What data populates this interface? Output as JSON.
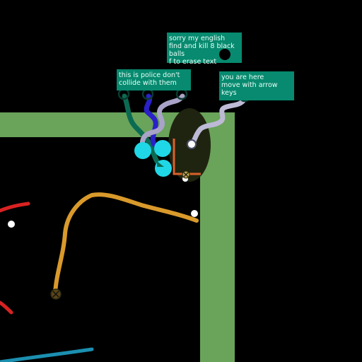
{
  "game": {
    "colors": {
      "background": "#000000",
      "road": "#6aa35a",
      "note_bg": "#078a6f",
      "note_text": "#e8fff8",
      "cyan_ball": "#1fd7e6",
      "police_dark": "#0b6b52",
      "police_blue": "#2a21c8",
      "police_lavender": "#a9a3c8",
      "player_trail": "#bdbad6",
      "red_trail": "#d92222",
      "orange_trail": "#d99a2b",
      "blue_trail": "#1b8fb0"
    },
    "notes": {
      "instructions": [
        "sorry my english",
        "find and kill 8 black",
        "balls",
        "f to erase text"
      ],
      "police": [
        "this is police don't",
        "collide with them"
      ],
      "player": [
        "you are here",
        "move with arrow",
        "keys"
      ]
    },
    "icons": {
      "black_ball": "filled-black-circle",
      "police_marker": "hollow-ring",
      "player_marker": "hollow-ring",
      "crossed_marker": "x-mark-circle"
    }
  }
}
